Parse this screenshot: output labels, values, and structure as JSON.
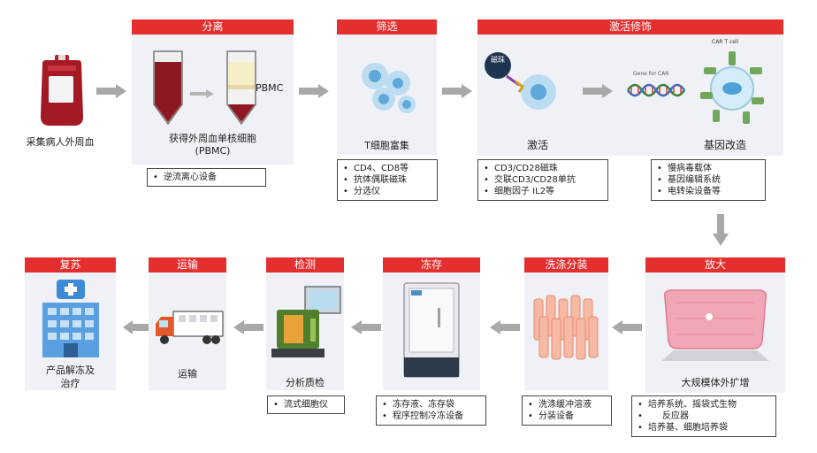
{
  "source": {
    "label": "采集病人外周血"
  },
  "stages": {
    "separation": {
      "header": "分离",
      "pbmc_tag": "PBMC",
      "caption_line1": "获得外周血单核细胞",
      "caption_line2": "(PBMC)",
      "notes": [
        "逆流离心设备"
      ]
    },
    "screening": {
      "header": "筛选",
      "caption": "T细胞富集",
      "notes": [
        "CD4、CD8等",
        "抗体偶联磁珠",
        "分选仪"
      ]
    },
    "activation": {
      "header": "激活修饰",
      "bead_label": "磁珠",
      "activate_caption": "激活",
      "gene_caption": "基因改造",
      "gene_for_car": "Gene for CAR",
      "car_t_cell": "CAR T cell",
      "notes_activate": [
        "CD3/CD28磁珠",
        "交联CD3/CD28单抗",
        "细胞因子 IL2等"
      ],
      "notes_gene": [
        "慢病毒载体",
        "基因编辑系统",
        "电转染设备等"
      ]
    },
    "expansion": {
      "header": "放大",
      "caption": "大规模体外扩增",
      "notes": [
        "培养系统、摇袋式生物",
        "反应器",
        "培养基、细胞培养袋"
      ]
    },
    "washing": {
      "header": "洗涤分装",
      "notes": [
        "洗涤缓冲溶液",
        "分装设备"
      ]
    },
    "storage": {
      "header": "冻存",
      "notes": [
        "冻存液、冻存袋",
        "程序控制冷冻设备"
      ]
    },
    "testing": {
      "header": "检测",
      "caption": "分析质检",
      "notes": [
        "流式细胞仪"
      ]
    },
    "transport": {
      "header": "运输",
      "caption": "运输"
    },
    "recovery": {
      "header": "复苏",
      "caption_line1": "产品解冻及",
      "caption_line2": "治疗"
    }
  },
  "colors": {
    "header_red": "#e52f2f",
    "panel_bg": "#f0f1f6",
    "arrow_gray": "#a8a8a8"
  }
}
